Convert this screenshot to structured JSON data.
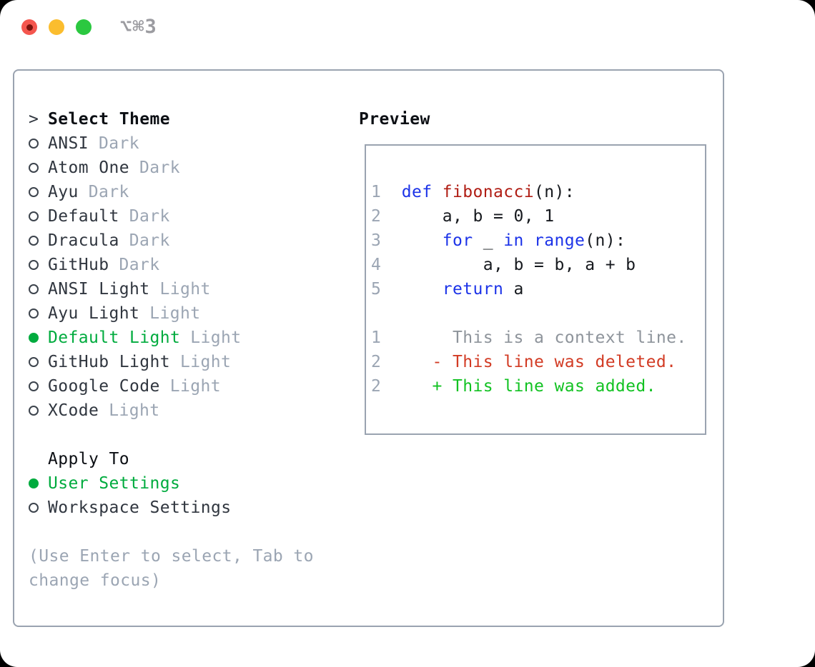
{
  "window": {
    "shortcut_label": "⌥⌘3",
    "traffic_lights": [
      {
        "name": "close",
        "color": "#f4564e"
      },
      {
        "name": "minimize",
        "color": "#fbbd2e"
      },
      {
        "name": "zoom",
        "color": "#2bc840"
      }
    ]
  },
  "theme_list": {
    "cursor": ">",
    "title": "Select Theme",
    "items": [
      {
        "name": "ANSI",
        "variant": "Dark",
        "selected": false
      },
      {
        "name": "Atom One",
        "variant": "Dark",
        "selected": false
      },
      {
        "name": "Ayu",
        "variant": "Dark",
        "selected": false
      },
      {
        "name": "Default",
        "variant": "Dark",
        "selected": false
      },
      {
        "name": "Dracula",
        "variant": "Dark",
        "selected": false
      },
      {
        "name": "GitHub",
        "variant": "Dark",
        "selected": false
      },
      {
        "name": "ANSI Light",
        "variant": "Light",
        "selected": false
      },
      {
        "name": "Ayu Light",
        "variant": "Light",
        "selected": false
      },
      {
        "name": "Default Light",
        "variant": "Light",
        "selected": true
      },
      {
        "name": "GitHub Light",
        "variant": "Light",
        "selected": false
      },
      {
        "name": "Google Code",
        "variant": "Light",
        "selected": false
      },
      {
        "name": "XCode",
        "variant": "Light",
        "selected": false
      }
    ]
  },
  "apply_to": {
    "title": "Apply To",
    "options": [
      {
        "label": "User Settings",
        "selected": true
      },
      {
        "label": "Workspace Settings",
        "selected": false
      }
    ]
  },
  "help_text": "(Use Enter to select, Tab to change focus)",
  "preview": {
    "title": "Preview",
    "lines": [
      {
        "number": "1",
        "tokens": [
          {
            "text": "  ",
            "style": "plain"
          },
          {
            "text": "def",
            "style": "keyword"
          },
          {
            "text": " ",
            "style": "plain"
          },
          {
            "text": "fibonacci",
            "style": "function"
          },
          {
            "text": "(n):",
            "style": "plain"
          }
        ]
      },
      {
        "number": "2",
        "tokens": [
          {
            "text": "      a, b = 0, 1",
            "style": "plain"
          }
        ]
      },
      {
        "number": "3",
        "tokens": [
          {
            "text": "      ",
            "style": "plain"
          },
          {
            "text": "for",
            "style": "keyword"
          },
          {
            "text": " _ ",
            "style": "plain"
          },
          {
            "text": "in",
            "style": "keyword"
          },
          {
            "text": " ",
            "style": "plain"
          },
          {
            "text": "range",
            "style": "keyword"
          },
          {
            "text": "(n):",
            "style": "plain"
          }
        ]
      },
      {
        "number": "4",
        "tokens": [
          {
            "text": "          a, b = b, a + b",
            "style": "plain"
          }
        ]
      },
      {
        "number": "5",
        "tokens": [
          {
            "text": "      ",
            "style": "plain"
          },
          {
            "text": "return",
            "style": "keyword"
          },
          {
            "text": " a",
            "style": "plain"
          }
        ]
      },
      {
        "number": "",
        "tokens": []
      },
      {
        "number": "1",
        "tokens": [
          {
            "text": "       This is a context line.",
            "style": "context"
          }
        ]
      },
      {
        "number": "2",
        "tokens": [
          {
            "text": "     - This line was deleted.",
            "style": "deleted"
          }
        ]
      },
      {
        "number": "2",
        "tokens": [
          {
            "text": "     + This line was added.",
            "style": "added"
          }
        ]
      }
    ]
  },
  "colors": {
    "accent_green": "#00ab3e",
    "keyword": "#1c33e8",
    "function": "#b01d14",
    "plain": "#16191e",
    "context": "#8e949b",
    "deleted": "#d23b24",
    "added": "#12c222",
    "muted": "#9ba5b3",
    "border": "#9aa3b0",
    "list_text": "#30363f",
    "header_text": "#0c0f14"
  }
}
